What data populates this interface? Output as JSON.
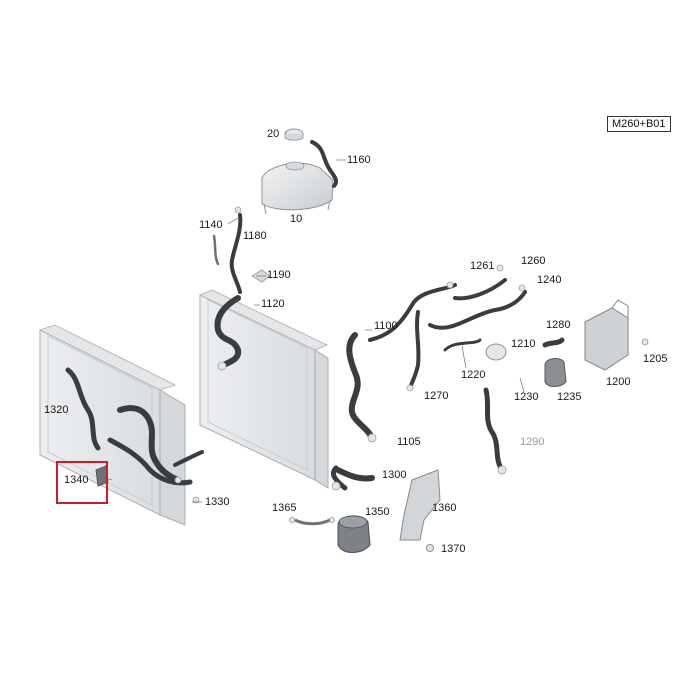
{
  "model_code": "M260+B01",
  "highlighted_part": "1340",
  "colors": {
    "highlight": "#c81e2c",
    "hose": "#3a3d40",
    "part_light": "#e3e5e7",
    "part_edge": "#9aa0a5"
  },
  "parts": [
    {
      "id": "p20",
      "label": "20"
    },
    {
      "id": "p1160",
      "label": "1160"
    },
    {
      "id": "p10",
      "label": "10"
    },
    {
      "id": "p1140",
      "label": "1140"
    },
    {
      "id": "p1180",
      "label": "1180"
    },
    {
      "id": "p1190",
      "label": "1190"
    },
    {
      "id": "p1120",
      "label": "1120"
    },
    {
      "id": "p1100",
      "label": "1100"
    },
    {
      "id": "p1261",
      "label": "1261"
    },
    {
      "id": "p1260",
      "label": "1260"
    },
    {
      "id": "p1240",
      "label": "1240"
    },
    {
      "id": "p1280",
      "label": "1280"
    },
    {
      "id": "p1210",
      "label": "1210"
    },
    {
      "id": "p1220",
      "label": "1220"
    },
    {
      "id": "p1270",
      "label": "1270"
    },
    {
      "id": "p1230",
      "label": "1230"
    },
    {
      "id": "p1235",
      "label": "1235"
    },
    {
      "id": "p1205",
      "label": "1205"
    },
    {
      "id": "p1200",
      "label": "1200"
    },
    {
      "id": "p1320",
      "label": "1320"
    },
    {
      "id": "p1105",
      "label": "1105"
    },
    {
      "id": "p1290",
      "label": "1290"
    },
    {
      "id": "p1340",
      "label": "1340"
    },
    {
      "id": "p1300",
      "label": "1300"
    },
    {
      "id": "p1330",
      "label": "1330"
    },
    {
      "id": "p1365",
      "label": "1365"
    },
    {
      "id": "p1350",
      "label": "1350"
    },
    {
      "id": "p1360",
      "label": "1360"
    },
    {
      "id": "p1370",
      "label": "1370"
    }
  ]
}
